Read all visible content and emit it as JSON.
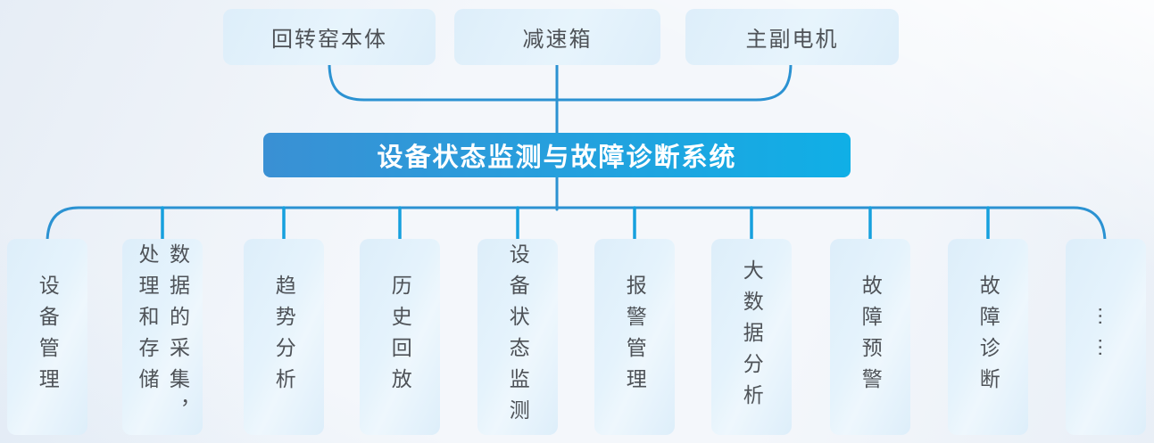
{
  "diagram": {
    "top_nodes": [
      {
        "label": "回转窑本体"
      },
      {
        "label": "减速箱"
      },
      {
        "label": "主副电机"
      }
    ],
    "center_title": "设备状态监测与故障诊断系统",
    "bottom_nodes": [
      {
        "label": "设备管理"
      },
      {
        "label": "数据的采集，\n处理和存储"
      },
      {
        "label": "趋势分析"
      },
      {
        "label": "历史回放"
      },
      {
        "label": "设备状态监测"
      },
      {
        "label": "报警管理"
      },
      {
        "label": "大数据分析"
      },
      {
        "label": "故障预警"
      },
      {
        "label": "故障诊断"
      },
      {
        "label": "……"
      }
    ],
    "colors": {
      "line": "#2b92d2",
      "stem": "#16a0de",
      "banner_left": "#3a90d4",
      "banner_right": "#10afe6",
      "banner_text": "#ffffff",
      "node_fill": "#ddeefa",
      "node_text": "#4e5257",
      "background": "#f4f7fb"
    }
  }
}
